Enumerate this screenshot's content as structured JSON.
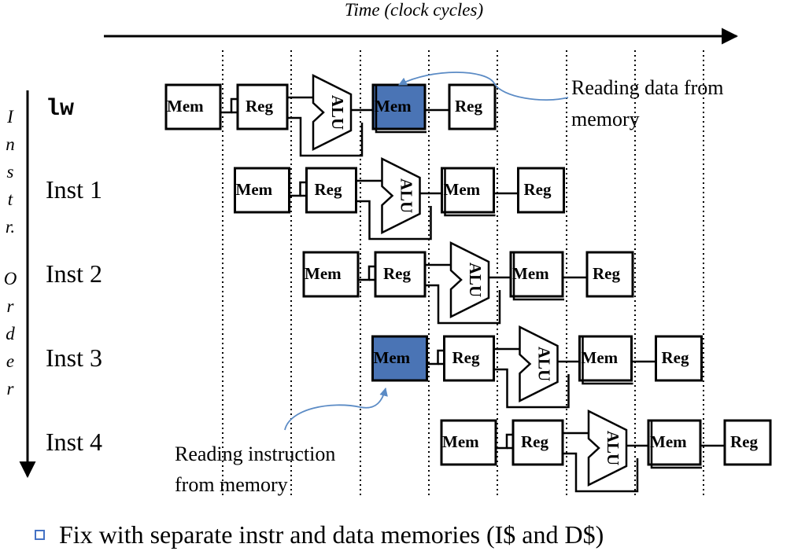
{
  "time_axis": {
    "label": "Time (clock cycles)"
  },
  "order_axis": {
    "label_letters": [
      "I",
      "n",
      "s",
      "t",
      "r.",
      "O",
      "r",
      "d",
      "e",
      "r"
    ]
  },
  "stages": {
    "mem": "Mem",
    "reg": "Reg",
    "alu": "ALU"
  },
  "instructions": [
    {
      "label": "lw",
      "highlight": "data-mem"
    },
    {
      "label": "Inst 1",
      "highlight": ""
    },
    {
      "label": "Inst 2",
      "highlight": ""
    },
    {
      "label": "Inst 3",
      "highlight": "instr-mem"
    },
    {
      "label": "Inst 4",
      "highlight": ""
    }
  ],
  "annotations": {
    "data_read": [
      "Reading data from",
      "memory"
    ],
    "instr_read": [
      "Reading instruction",
      "from memory"
    ]
  },
  "bullet": "Fix with separate instr and data memories (I$ and D$)",
  "colors": {
    "highlight": "#4A74B5",
    "arrow": "#5B8BC5",
    "bullet": "#4472C4"
  }
}
